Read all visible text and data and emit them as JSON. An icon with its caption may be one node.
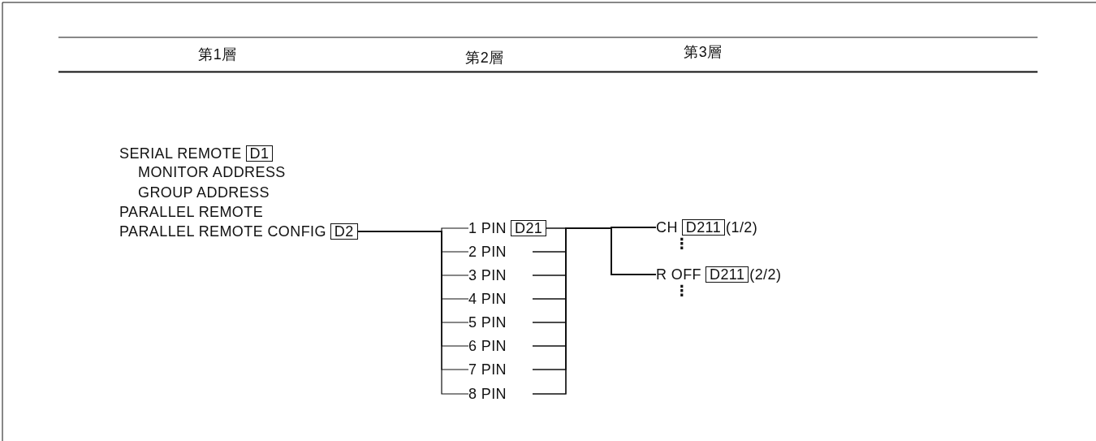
{
  "diagram": {
    "nodes": [
      {
        "text": [
          "SERIAL REMOTE",
          "D1"
        ]
      },
      {
        "text": [
          "MONITOR ADDRESS"
        ]
      },
      {
        "text": [
          "GROUP ADDRESS"
        ]
      },
      {
        "text": [
          "PARALLEL REMOTE"
        ]
      },
      {
        "text": [
          "PARALLEL REMOTE CONFIG",
          "D2"
        ]
      },
      {
        "text": [
          "1 PIN",
          "D21"
        ]
      },
      {
        "text": [
          "2 PIN"
        ]
      },
      {
        "text": [
          "3 PIN"
        ]
      },
      {
        "text": [
          "4 PIN"
        ]
      },
      {
        "text": [
          "5 PIN"
        ]
      },
      {
        "text": [
          "6 PIN"
        ]
      },
      {
        "text": [
          "7 PIN"
        ]
      },
      {
        "text": [
          "8 PIN"
        ]
      },
      {
        "text": [
          "CH",
          "D211",
          "(1/2)"
        ],
        "beside": [
          "⋮"
        ]
      },
      {
        "text": [
          "R OFF",
          "D211",
          "(2/2)"
        ],
        "beside": [
          "⋮"
        ]
      }
    ],
    "edges": [
      {
        "from": 4,
        "to": 5,
        "arrow": "none"
      },
      {
        "from": 4,
        "to": 6,
        "arrow": "none"
      },
      {
        "from": 4,
        "to": 7,
        "arrow": "none"
      },
      {
        "from": 4,
        "to": 8,
        "arrow": "none"
      },
      {
        "from": 4,
        "to": 9,
        "arrow": "none"
      },
      {
        "from": 4,
        "to": 10,
        "arrow": "none"
      },
      {
        "from": 4,
        "to": 11,
        "arrow": "none"
      },
      {
        "from": 4,
        "to": 12,
        "arrow": "none"
      },
      {
        "from": 5,
        "to": 13,
        "arrow": "none"
      },
      {
        "from": 5,
        "to": 14,
        "arrow": "none"
      },
      {
        "from": 6,
        "to": 13,
        "arrow": "none"
      },
      {
        "from": 6,
        "to": 14,
        "arrow": "none"
      },
      {
        "from": 7,
        "to": 13,
        "arrow": "none"
      },
      {
        "from": 7,
        "to": 14,
        "arrow": "none"
      },
      {
        "from": 8,
        "to": 13,
        "arrow": "none"
      },
      {
        "from": 8,
        "to": 14,
        "arrow": "none"
      },
      {
        "from": 9,
        "to": 13,
        "arrow": "none"
      },
      {
        "from": 9,
        "to": 14,
        "arrow": "none"
      },
      {
        "from": 10,
        "to": 13,
        "arrow": "none"
      },
      {
        "from": 10,
        "to": 14,
        "arrow": "none"
      },
      {
        "from": 11,
        "to": 13,
        "arrow": "none"
      },
      {
        "from": 11,
        "to": 14,
        "arrow": "none"
      },
      {
        "from": 12,
        "to": 13,
        "arrow": "none"
      },
      {
        "from": 12,
        "to": 14,
        "arrow": "none"
      }
    ],
    "labels": [
      "第1層",
      "第2層",
      "第3層"
    ]
  }
}
